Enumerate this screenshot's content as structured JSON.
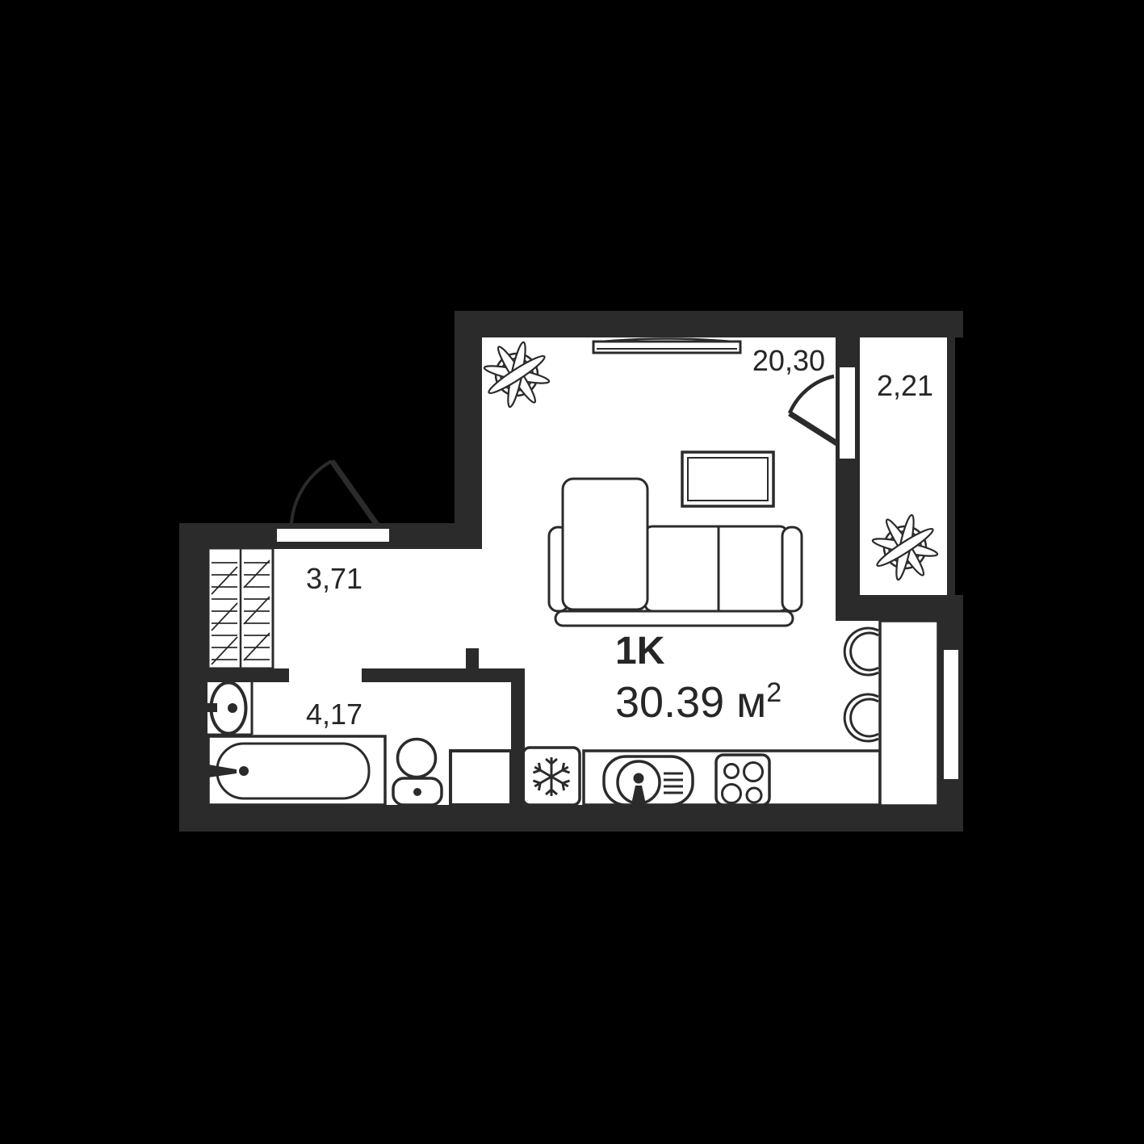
{
  "plan": {
    "apartment_type": "1K",
    "total_area": {
      "main": "30.39 м",
      "sup": "2"
    },
    "rooms": [
      {
        "name": "living-room",
        "area_label": "20,30"
      },
      {
        "name": "balcony",
        "area_label": "2,21"
      },
      {
        "name": "hallway",
        "area_label": "3,71"
      },
      {
        "name": "bathroom",
        "area_label": "4,17"
      }
    ],
    "icons": [
      "plant-icon",
      "snowflake-icon",
      "door-arc-icon",
      "stove-burners-icon",
      "sink-icon"
    ],
    "colors": {
      "background": "#000000",
      "wall": "#2b2b2b",
      "floor": "#ffffff",
      "line": "#2b2b2b",
      "text": "#262626"
    }
  }
}
